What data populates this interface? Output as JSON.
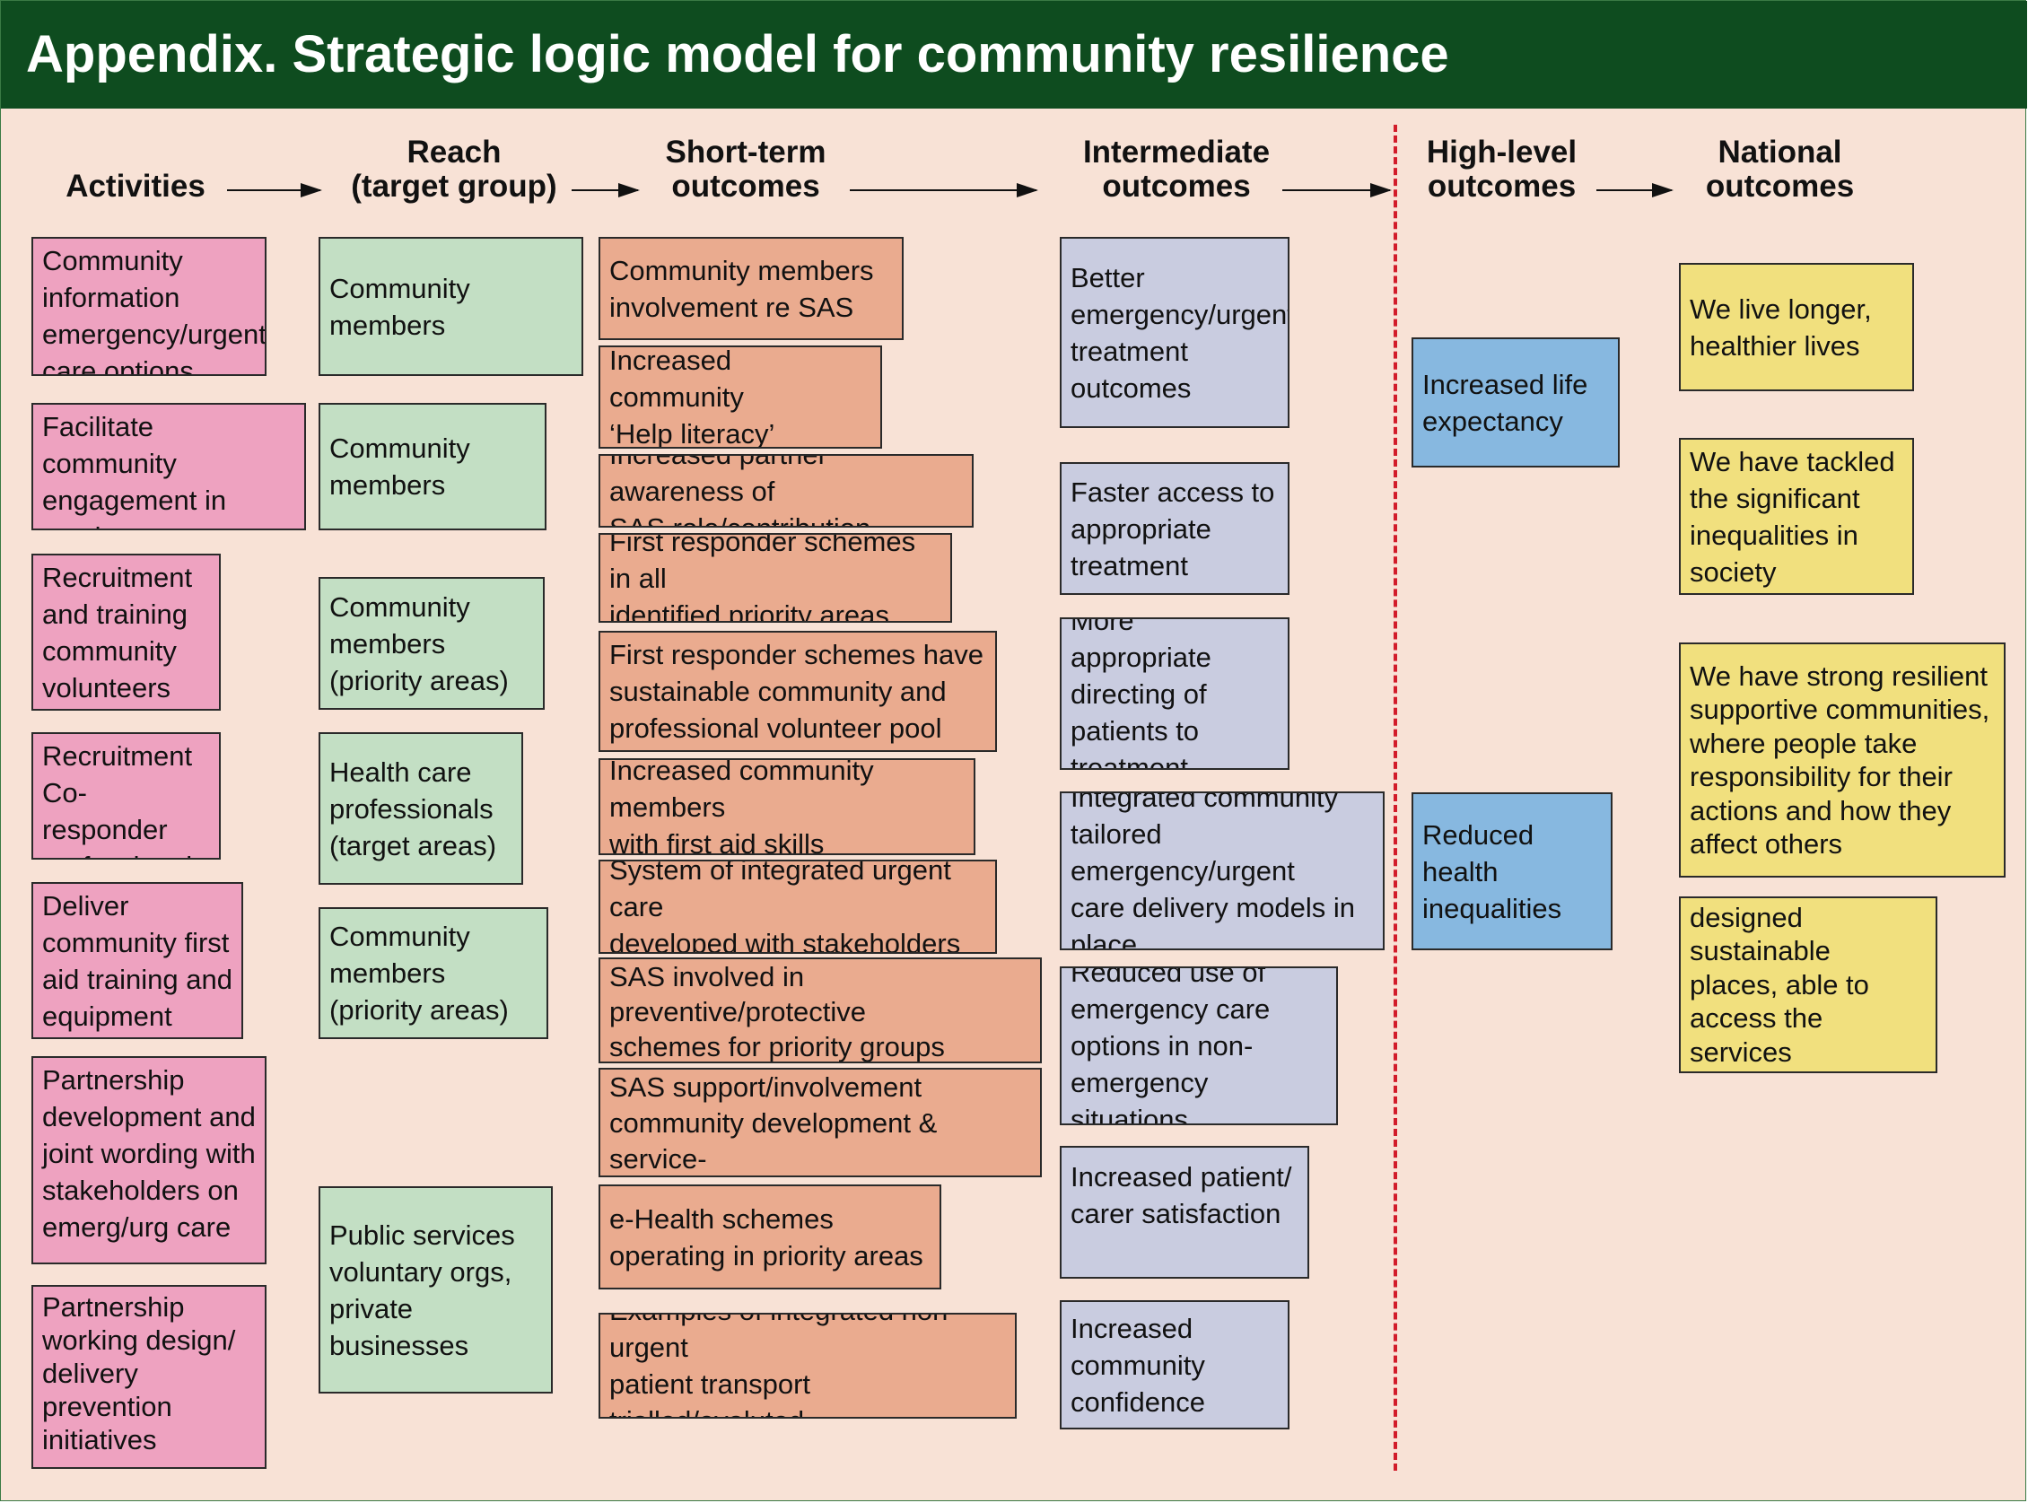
{
  "title": "Appendix. Strategic logic model for community resilience",
  "colors": {
    "title_bar": "#0e4c1f",
    "background": "#f8e2d6",
    "activities": "#eea2c0",
    "reach": "#c3dfc4",
    "short_term": "#eaab8f",
    "intermediate": "#c9cce0",
    "high_level": "#87b8e0",
    "national": "#f1e07e",
    "divider": "#d21c2a"
  },
  "headers": {
    "activities": "Activities",
    "reach": "Reach\n(target group)",
    "short_term": "Short-term\noutcomes",
    "intermediate": "Intermediate\noutcomes",
    "high_level": "High-level\noutcomes",
    "national": "National\noutcomes"
  },
  "activities": [
    "Community\ninformation\nemergency/urgent\ncare options",
    "Facilitate community\nengagement in service\nplanning and design",
    "Recruitment\nand training\ncommunity\nvolunteers",
    "Recruitment\nCo-responder\nprofessionals",
    "Deliver\ncommunity first\naid training and\nequipment",
    "Partnership\ndevelopment and\njoint wording with\nstakeholders on\nemerg/urg care",
    "Partnership\nworking design/\ndelivery\nprevention\ninitiatives"
  ],
  "reach": [
    "Community members",
    "Community\nmembers",
    "Community\nmembers\n(priority areas)",
    "Health care\nprofessionals\n(target areas)",
    "Community\nmembers\n(priority areas)",
    "Public services\nvoluntary orgs,\nprivate businesses"
  ],
  "short_term": [
    "Community members\ninvolvement re SAS",
    "Increased community\n‘Help literacy’",
    "Increased partner awareness of\nSAS role/contribution",
    "First responder schemes in all\nidentified priority areas",
    "First responder schemes have\nsustainable community and\nprofessional volunteer pool",
    "Increased community members\nwith first aid skills",
    "System of integrated urgent care\ndeveloped with stakeholders",
    "SAS involved in preventive/protective\nschemes for priority groups (elderly,\nvulnerable, LTCs)",
    "SAS support/involvement\ncommunity development & service-\nled harm reduction initiatives",
    "e-Health schemes\noperating in priority areas",
    "Examples of integrated non-urgent\npatient transport trialled/evaluted"
  ],
  "intermediate": [
    "Better\nemergency/urgent\ntreatment\noutcomes",
    "Faster access to\nappropriate\ntreatment",
    "More appropriate\ndirecting of\npatients to\ntreatment",
    "Integrated community\ntailored emergency/urgent\ncare delivery models in\nplace",
    "Reduced use of\nemergency care\noptions in non-\nemergency situations",
    "Increased patient/\ncarer satisfaction",
    "Increased\ncommunity\nconfidence"
  ],
  "high_level": [
    "Increased life\nexpectancy",
    "Reduced\nhealth\ninequalities"
  ],
  "national": [
    "We live longer,\nhealthier lives",
    "We have tackled\nthe significant\ninequalities in\nsociety",
    "We have strong resilient\nsupportive communities,\nwhere people take\nresponsibility for their\nactions and how they\naffect others",
    "We live in well-\ndesigned sustainable\nplaces, able to\naccess the services\nwe need"
  ]
}
